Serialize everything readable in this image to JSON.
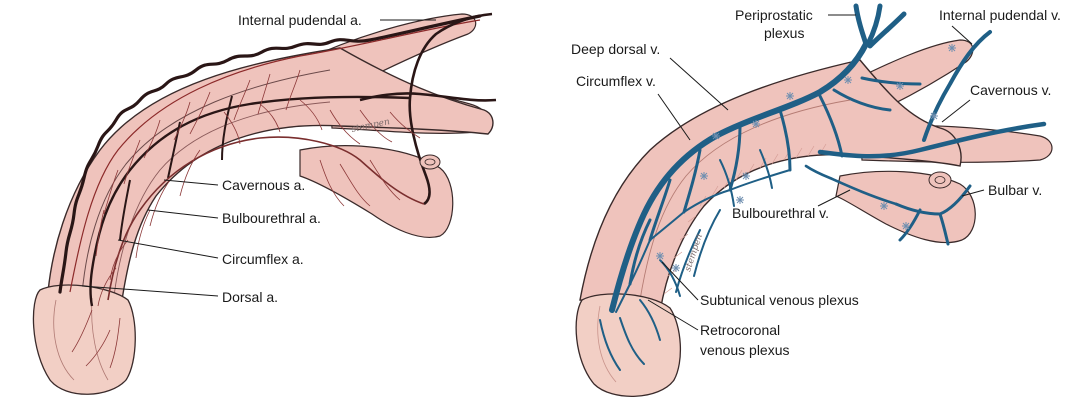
{
  "arterial_panel": {
    "labels": {
      "internal_pudendal": "Internal pudendal a.",
      "cavernous": "Cavernous a.",
      "bulbourethral": "Bulbourethral a.",
      "circumflex": "Circumflex a.",
      "dorsal": "Dorsal a."
    },
    "signature": "stempen"
  },
  "venous_panel": {
    "labels": {
      "periprostatic_1": "Periprostatic",
      "periprostatic_2": "plexus",
      "internal_pudendal": "Internal pudendal v.",
      "deep_dorsal": "Deep dorsal v.",
      "circumflex": "Circumflex v.",
      "cavernous": "Cavernous v.",
      "bulbar": "Bulbar v.",
      "bulbourethral": "Bulbourethral v.",
      "subtunical": "Subtunical venous plexus",
      "retrocoronal_1": "Retrocoronal",
      "retrocoronal_2": "venous plexus"
    },
    "signature": "stempen"
  },
  "colors": {
    "tissue": "#efc3bc",
    "tissue_shadow": "#d99c95",
    "artery": "#2a1616",
    "artery_fine": "#7a2e2e",
    "vein": "#1f5f86",
    "outline": "#3a2a2a"
  }
}
